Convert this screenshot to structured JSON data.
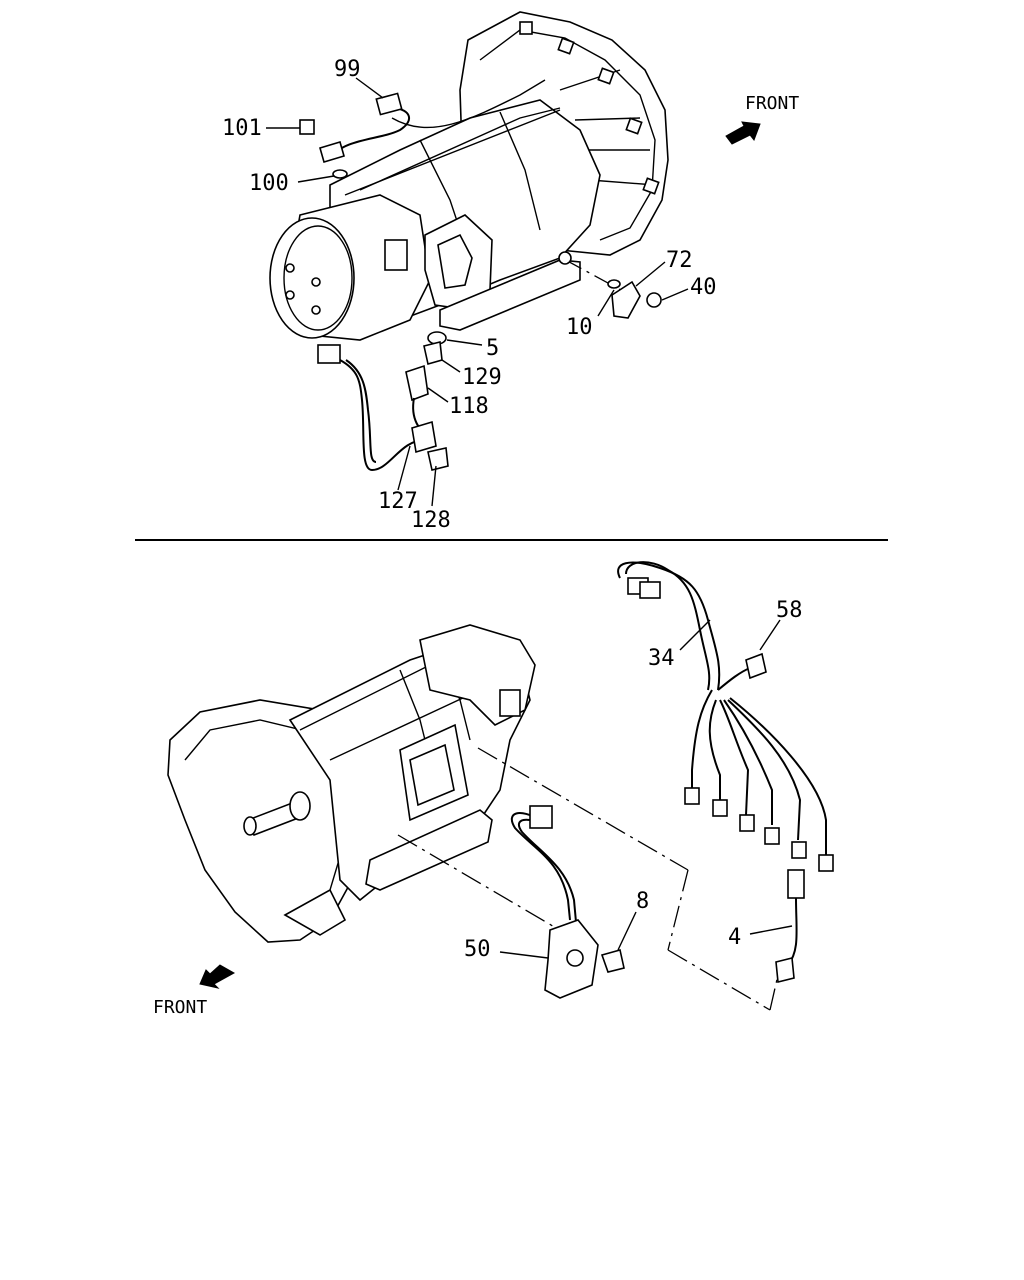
{
  "top_view": {
    "labels": {
      "p99": "99",
      "p101": "101",
      "p100": "100",
      "p72": "72",
      "p40": "40",
      "p10": "10",
      "p5": "5",
      "p129": "129",
      "p118": "118",
      "p127": "127",
      "p128": "128"
    },
    "front_label": "FRONT"
  },
  "bottom_view": {
    "labels": {
      "p58": "58",
      "p34": "34",
      "p8": "8",
      "p50": "50",
      "p4": "4"
    },
    "front_label": "FRONT"
  }
}
